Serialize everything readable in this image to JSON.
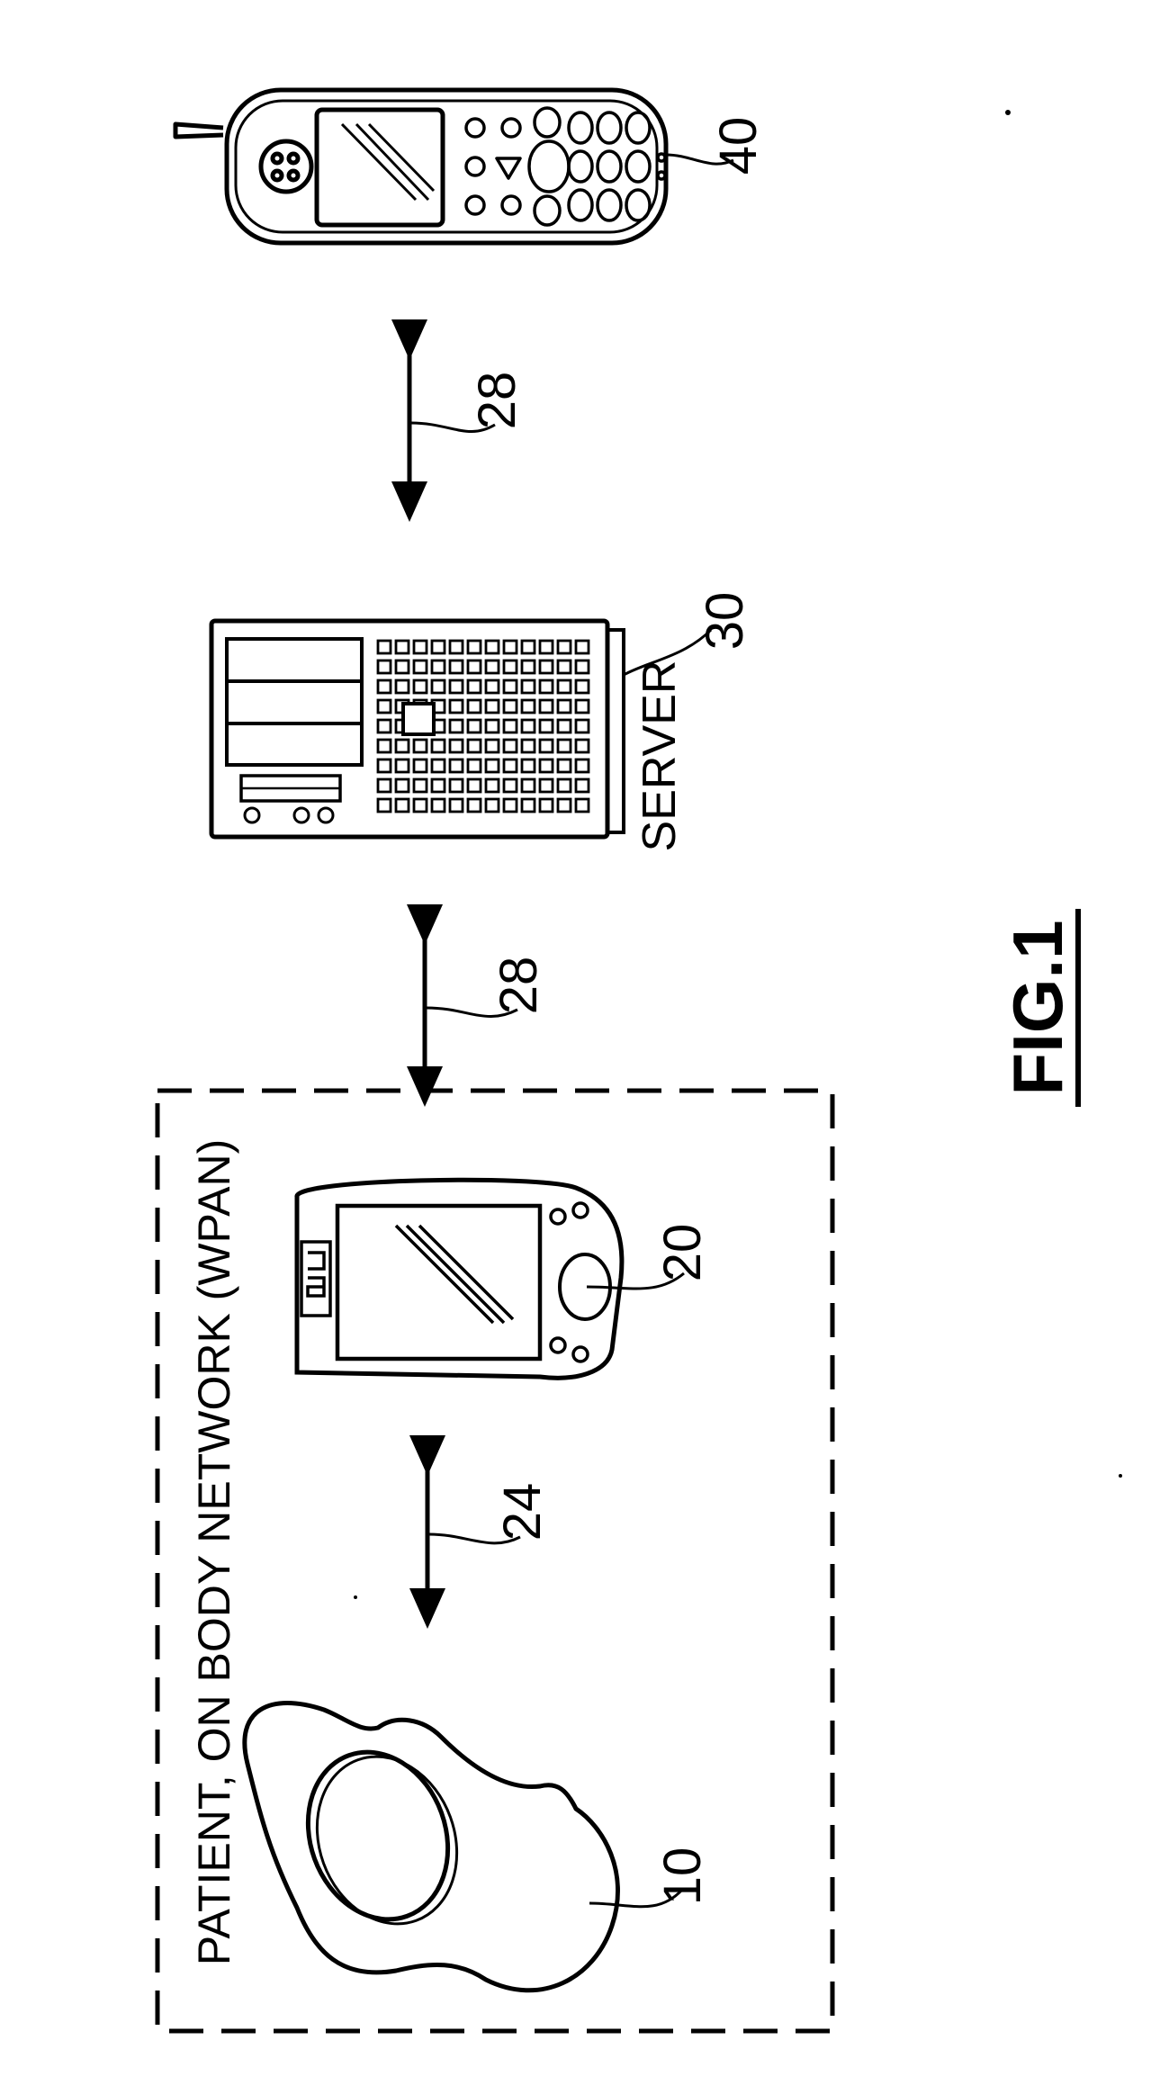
{
  "figure": {
    "caption": "FIG.1",
    "box_label": "PATIENT, ON BODY NETWORK (WPAN)",
    "server_label": "SERVER",
    "refs": {
      "pump": "10",
      "pda": "20",
      "link_local": "24",
      "link_pda_server": "28",
      "server": "30",
      "link_server_phone": "28",
      "phone": "40"
    }
  }
}
